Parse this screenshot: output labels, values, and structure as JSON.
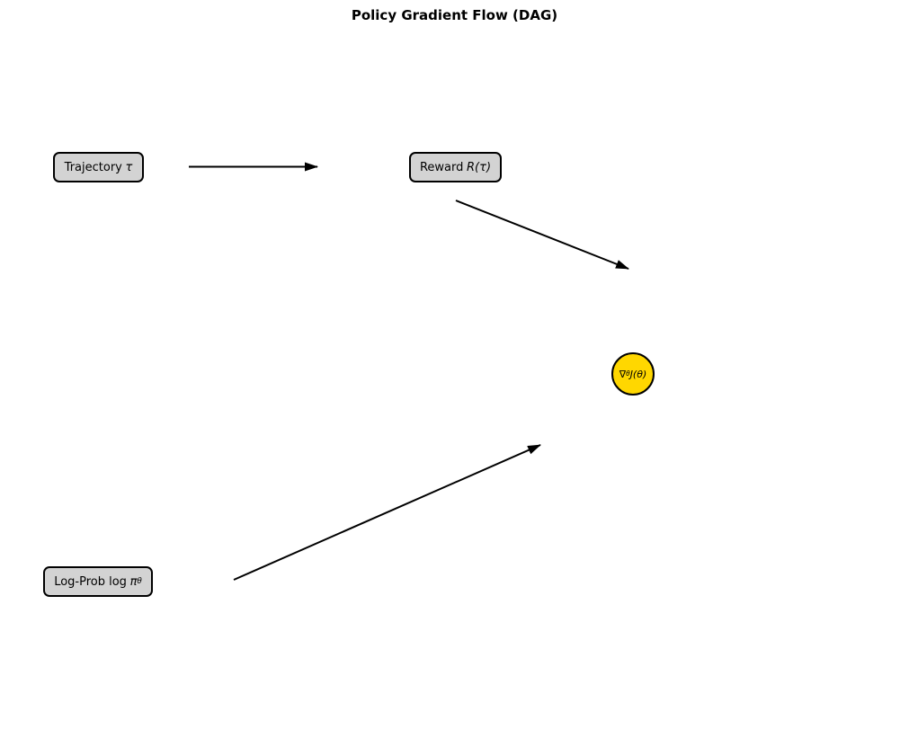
{
  "title": "Policy Gradient Flow (DAG)",
  "colors": {
    "background": "#ffffff",
    "box_fill": "#d3d3d3",
    "box_stroke": "#000000",
    "gradient_node_fill": "#ffd700",
    "edge_color": "#000000"
  },
  "nodes": {
    "trajectory": {
      "text": "Trajectory",
      "math": "τ"
    },
    "reward": {
      "text": "Reward",
      "math": "R(τ)"
    },
    "logprob": {
      "text": "Log-Prob log",
      "math": "π",
      "sub": "θ"
    },
    "gradient": {
      "prefix": "∇",
      "sub": "θ",
      "suffix": "J(θ)"
    }
  },
  "edges": [
    {
      "from": "trajectory",
      "to": "reward"
    },
    {
      "from": "reward",
      "to": "gradient"
    },
    {
      "from": "logprob",
      "to": "gradient"
    }
  ]
}
